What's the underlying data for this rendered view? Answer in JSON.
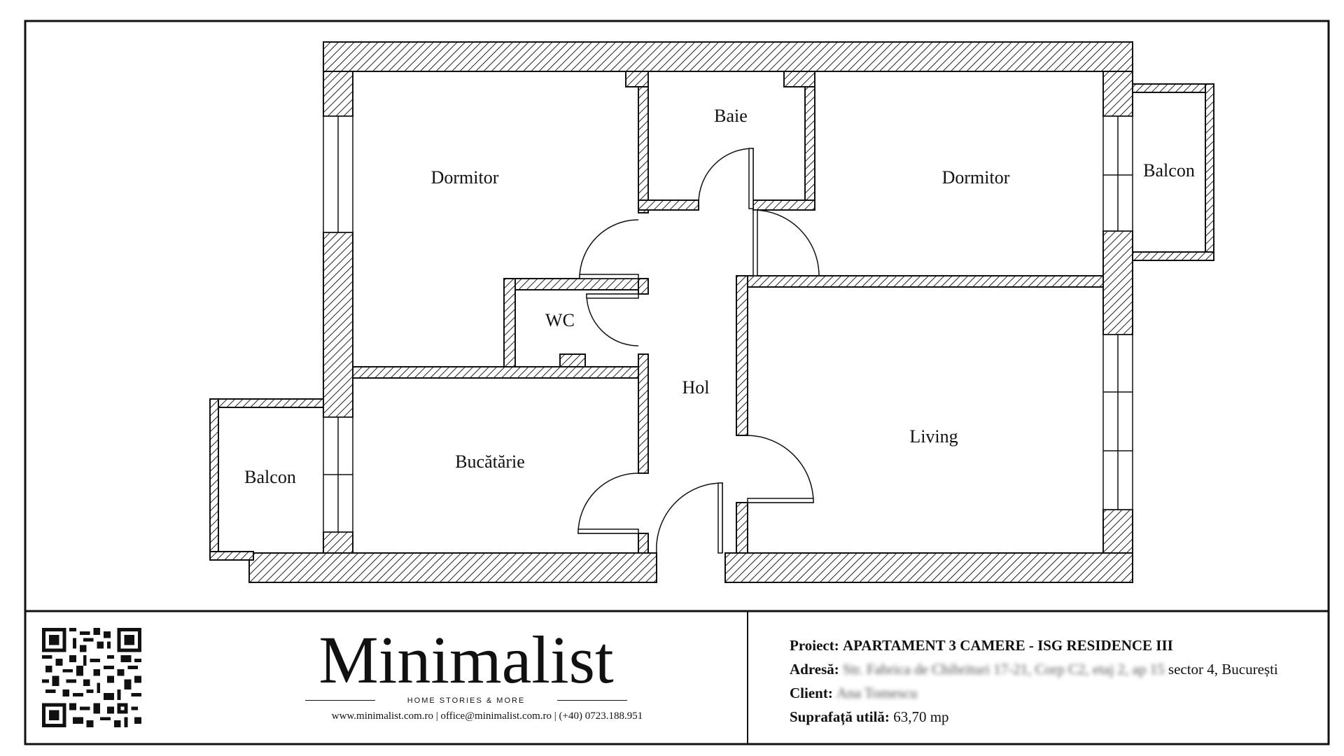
{
  "rooms": {
    "dormitor_left": "Dormitor",
    "dormitor_right": "Dormitor",
    "baie": "Baie",
    "balcon_right": "Balcon",
    "wc": "WC",
    "hol": "Hol",
    "living": "Living",
    "bucatarie": "Bucătărie",
    "balcon_left": "Balcon"
  },
  "brand": {
    "name": "Minimalist",
    "tagline": "HOME STORIES & MORE",
    "contact": "www.minimalist.com.ro | office@minimalist.com.ro | (+40) 0723.188.951",
    "qr_icon": "qr-code-icon"
  },
  "project": {
    "project_label": "Proiect:",
    "project_value": "APARTAMENT 3 CAMERE - ISG RESIDENCE III",
    "address_label": "Adresă:",
    "address_blurred": "Str. Fabrica de Chibrituri 17-21, Corp C2, etaj 2, ap 15",
    "address_visible": "sector 4, București",
    "client_label": "Client:",
    "client_blurred": "Ana Tomescu",
    "area_label": "Suprafață utilă:",
    "area_value": "63,70 mp"
  },
  "colors": {
    "ink": "#111111",
    "paper": "#ffffff"
  }
}
